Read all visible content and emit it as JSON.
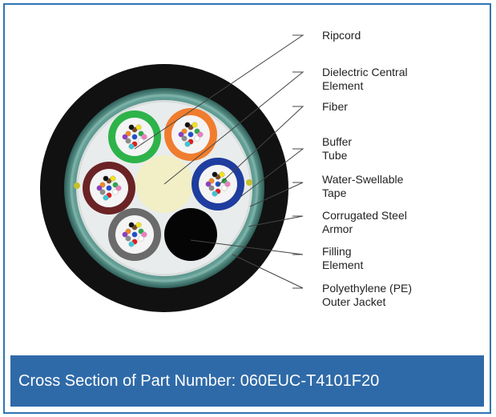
{
  "labels": {
    "ripcord": "Ripcord",
    "dielectric": [
      "Dielectric Central",
      "Element"
    ],
    "fiber": "Fiber",
    "buffer": [
      "Buffer",
      "Tube"
    ],
    "water": [
      "Water-Swellable",
      "Tape"
    ],
    "armor": [
      "Corrugated Steel",
      "Armor"
    ],
    "filling": [
      "Filling",
      "Element"
    ],
    "jacket": [
      "Polyethylene (PE)",
      "Outer Jacket"
    ]
  },
  "caption": "Cross Section of Part Number: 060EUC-T4101F20",
  "colors": {
    "frame_border": "#2f74b5",
    "caption_bg": "#2f6aa8",
    "outer_jacket": "#111111",
    "armor": "#4e8a82",
    "tape": "#d9dedd",
    "tube_green": "#2db34a",
    "tube_orange": "#f07d2e",
    "tube_brown": "#6b2325",
    "tube_blue": "#1e3d9e",
    "tube_gray": "#6b6b6b",
    "central_element": "#f2efc7",
    "filling_element": "#050505"
  }
}
